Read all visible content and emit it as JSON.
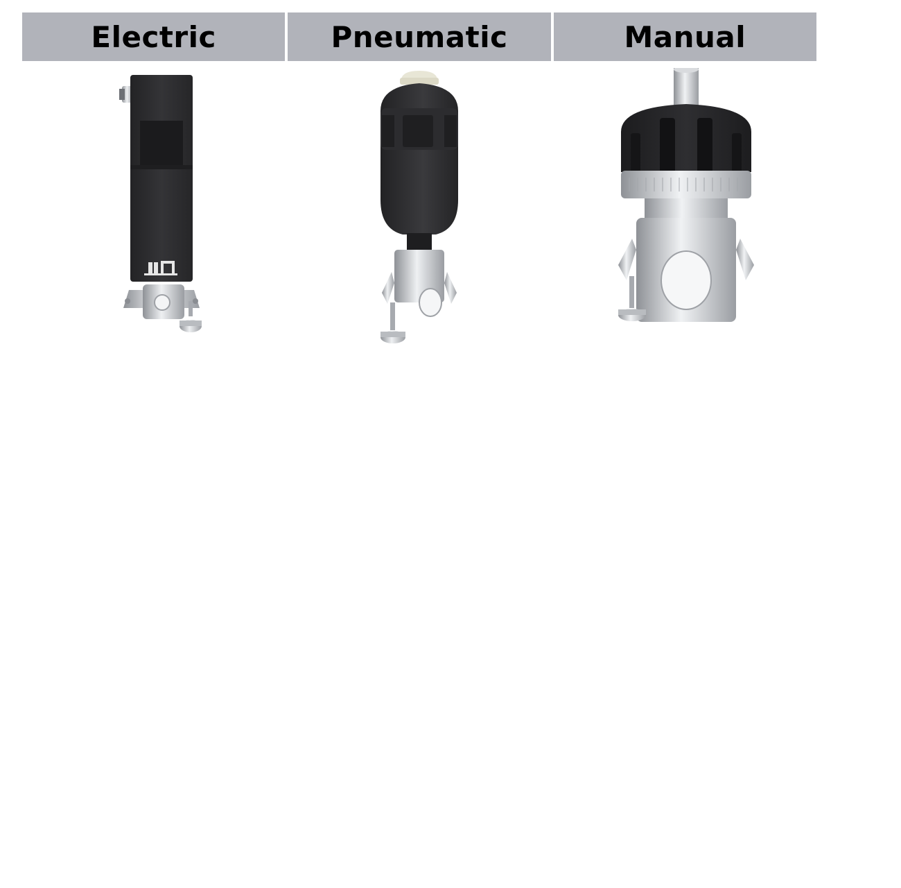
{
  "table": {
    "columns": [
      {
        "label": "Electric",
        "image": "electric-valve-actuator"
      },
      {
        "label": "Pneumatic",
        "image": "pneumatic-valve-actuator"
      },
      {
        "label": "Manual",
        "image": "manual-valve-actuator"
      }
    ]
  },
  "colors": {
    "header_background": "#b1b3ba",
    "header_text": "#000000",
    "actuator_body": "#2a2a2c",
    "steel": "#c8cacd"
  }
}
